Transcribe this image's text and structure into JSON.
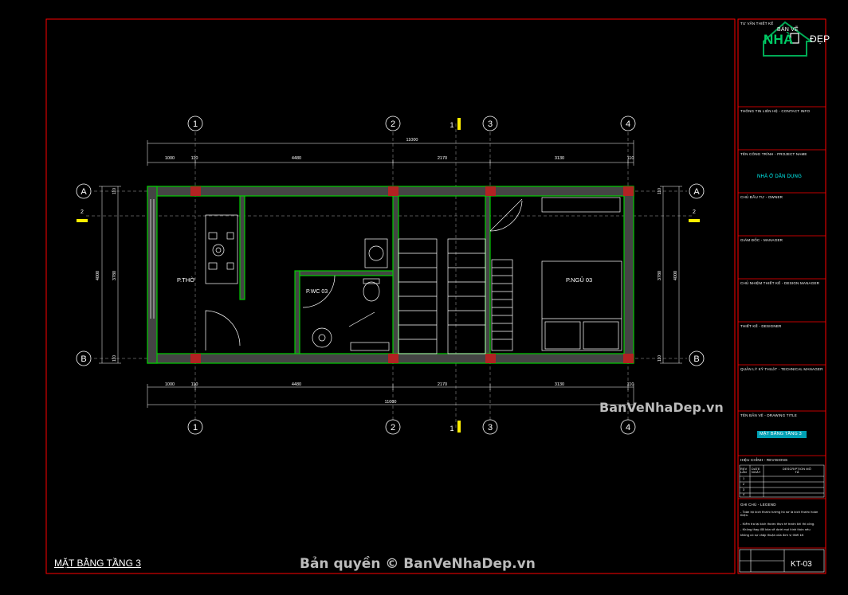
{
  "sheet": {
    "title": "MẶT BẰNG TẦNG 3",
    "code": "KT-03",
    "frame_color": "#ff0000",
    "wall_color": "#00cc00",
    "column_color": "#cc2222",
    "dimension_color": "#ffffff",
    "grid_color": "#ffffff"
  },
  "grid": {
    "columns": [
      "1",
      "2",
      "3",
      "4"
    ],
    "rows": [
      "A",
      "B"
    ],
    "section_mark_vertical": "1",
    "section_mark_horizontal": "2"
  },
  "dimensions": {
    "top_total": "11000",
    "top_segments": [
      "1000",
      "110",
      "4480",
      "2170",
      "3130",
      "110"
    ],
    "bottom_total": "11000",
    "bottom_segments": [
      "1000",
      "110",
      "4480",
      "2170",
      "3130",
      "110"
    ],
    "left_outer": "4000",
    "left_inner": "3780",
    "left_top": "110",
    "left_bottom": "110",
    "right_outer": "4000",
    "right_inner": "3780",
    "right_top": "110",
    "right_bottom": "110"
  },
  "rooms": {
    "worship": "P.THỜ",
    "wc": "P.WC 03",
    "bedroom": "P.NGỦ 03"
  },
  "title_block": {
    "consultant": "TƯ VẤN THIẾT KẾ",
    "logo_text_top": "BẢN VẼ",
    "logo_text_main": "NHÀ",
    "logo_text_side": "ĐẸP",
    "contact": "THÔNG TIN LIÊN HỆ - CONTACT INFO",
    "project_label": "TÊN CÔNG TRÌNH - PROJECT NAME",
    "project_name": "NHÀ Ở DÂN DỤNG",
    "owner": "CHỦ ĐẦU TƯ - OWNER",
    "manager": "GIÁM ĐỐC - MANAGER",
    "design_manager": "CHỦ NHIỆM THIẾT KẾ - DESIGN MANAGER",
    "designer": "THIẾT KẾ - DESIGNER",
    "technical_manager": "QUẢN LÝ KỸ THUẬT - TECHNICAL MANAGER",
    "drawing_title_label": "TÊN BẢN VẼ - DRAWING TITLE",
    "drawing_title": "MẶT BẰNG TẦNG 3",
    "revisions": "HIỆU CHỈNH - REVISIONS",
    "rev_col1": "REV LẦN",
    "rev_col2": "DATE NGÀY",
    "rev_col3": "DESCRIPTION MÔ TẢ",
    "rev_rows": [
      "1",
      "2",
      "3",
      "4"
    ],
    "notes_title": "GHI CHÚ - LEGEND",
    "notes": [
      "- Toàn bộ kích thước tường hồ sơ là kích thước hoàn thiện.",
      "- Kiểm tra tại kích thước thực tế trước khi thi công.",
      "- Không thay đổi bản vẽ dưới mọi hình thức nếu",
      "không có sự chấp thuận của đơn vị thiết kế."
    ]
  },
  "watermarks": {
    "mid": "BanVeNhaDep.vn",
    "bottom": "Bản quyền © BanVeNhaDep.vn"
  }
}
